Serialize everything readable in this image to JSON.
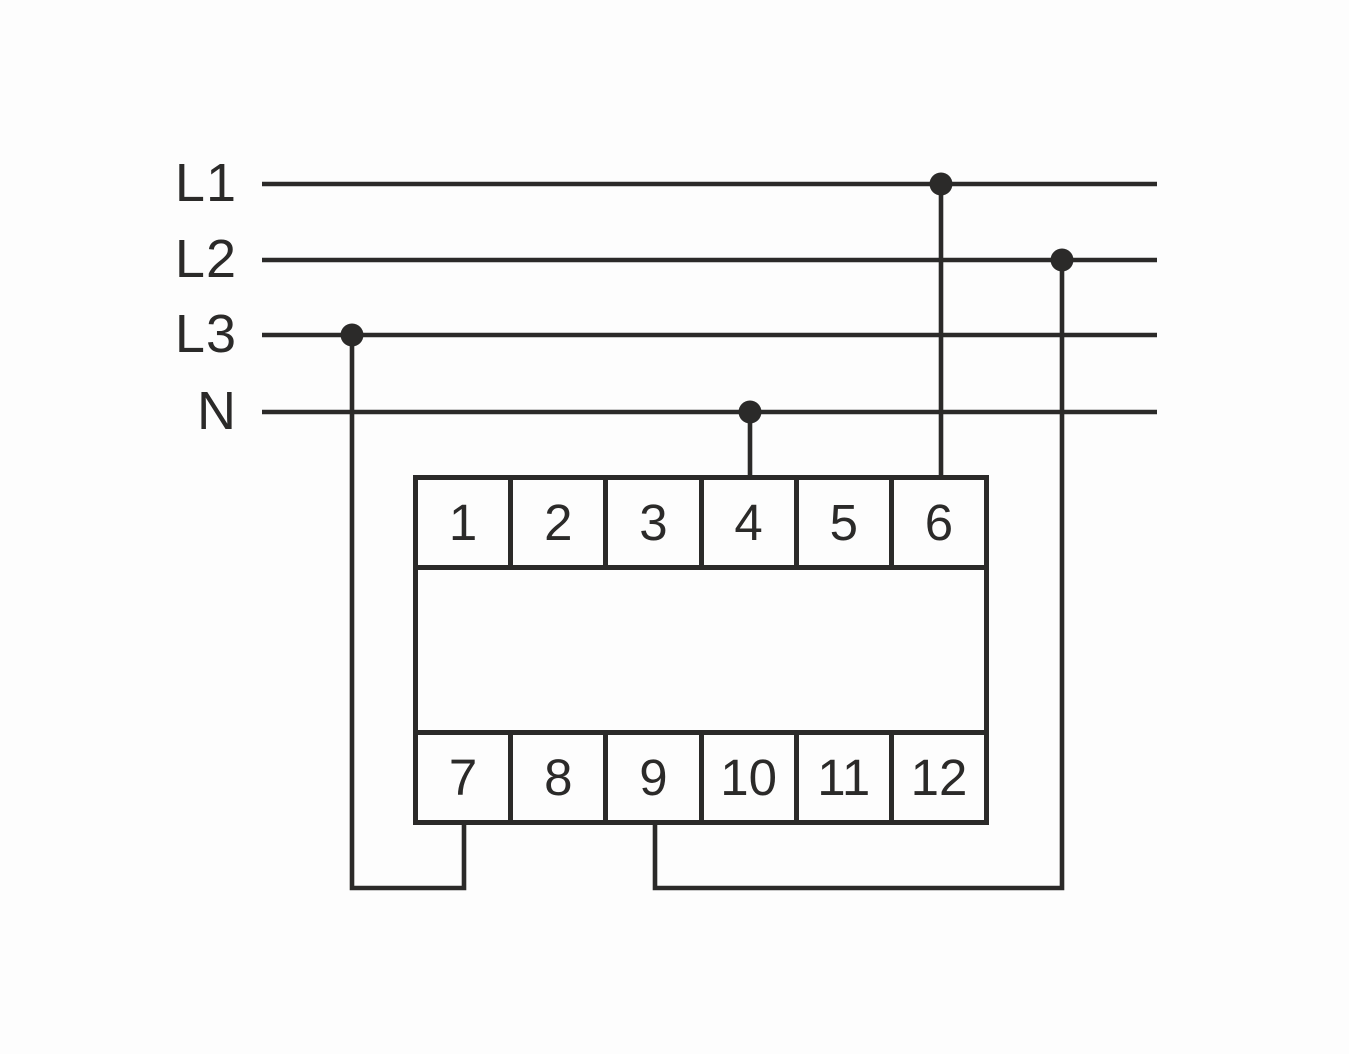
{
  "diagram": {
    "bus_lines": [
      {
        "id": "L1",
        "label": "L1"
      },
      {
        "id": "L2",
        "label": "L2"
      },
      {
        "id": "L3",
        "label": "L3"
      },
      {
        "id": "N",
        "label": "N"
      }
    ],
    "terminals": {
      "top": [
        "1",
        "2",
        "3",
        "4",
        "5",
        "6"
      ],
      "bottom": [
        "7",
        "8",
        "9",
        "10",
        "11",
        "12"
      ]
    },
    "connections": [
      {
        "from": "L1",
        "to": "terminal-6"
      },
      {
        "from": "N",
        "to": "terminal-4"
      },
      {
        "from": "L3",
        "to": "terminal-7"
      },
      {
        "from": "L2",
        "to": "terminal-9"
      }
    ],
    "colors": {
      "stroke": "#2b2a29",
      "background": "#fdfdfd"
    }
  }
}
